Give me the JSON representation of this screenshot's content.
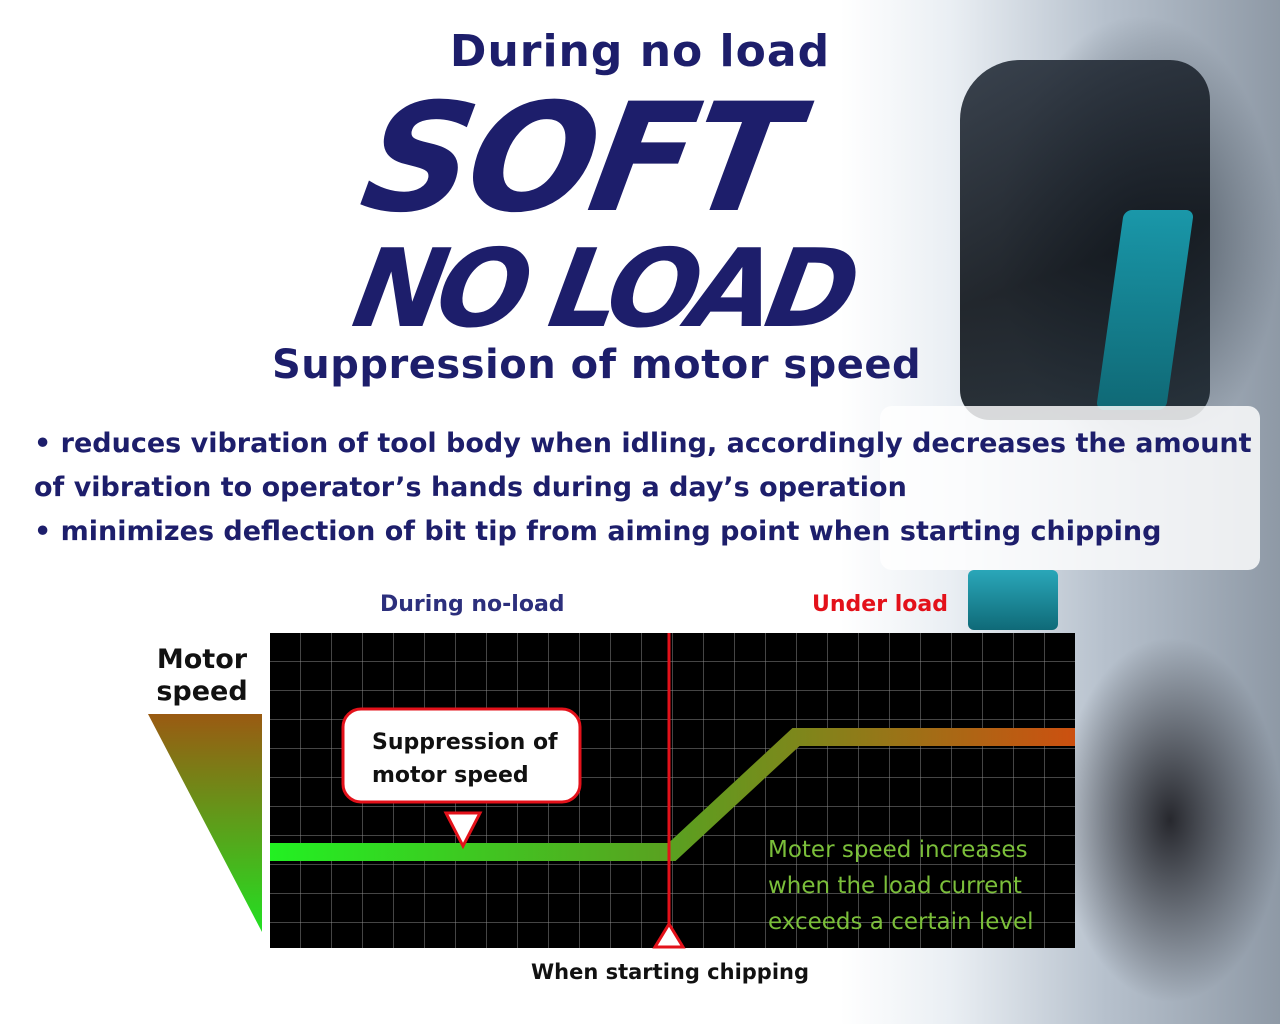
{
  "header": {
    "line1": "During no load",
    "soft": "SOFT",
    "noload": "NO LOAD",
    "subtitle": "Suppression of motor speed"
  },
  "bullets": [
    "• reduces vibration of tool body when idling, accordingly decreases the amount",
    "of vibration to operator’s hands during a day’s operation",
    "• minimizes deflection of bit tip from aiming point when starting chipping"
  ],
  "diagram": {
    "phase_left": "During no-load",
    "phase_right": "Under load",
    "axis_label": "Motor speed",
    "callout_line1": "Suppression of",
    "callout_line2": "motor speed",
    "note_line1": "Moter speed increases",
    "note_line2": "when the load current",
    "note_line3": "exceeds a certain level",
    "start_label": "When starting chipping"
  },
  "colors": {
    "navy": "#1d1e6b",
    "red": "#e3111a",
    "green": "#2de02d",
    "orange": "#cc5a10",
    "note_green": "#7bbf3a"
  }
}
